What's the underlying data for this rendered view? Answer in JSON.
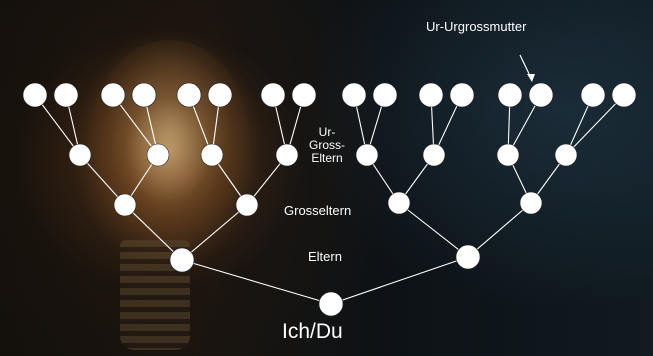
{
  "labels": {
    "ur_urgrossmutter": "Ur-Urgrossmutter",
    "urgrosseltern_line1": "Ur-",
    "urgrosseltern_line2": "Gross-",
    "urgrosseltern_line3": "Eltern",
    "grosseltern": "Grosseltern",
    "eltern": "Eltern",
    "ich_du": "Ich/Du"
  },
  "tree": {
    "node_color": "#ffffff",
    "line_color": "#ffffff",
    "generations": [
      {
        "name": "ich-du",
        "count": 1
      },
      {
        "name": "eltern",
        "count": 2
      },
      {
        "name": "grosseltern",
        "count": 4
      },
      {
        "name": "ur-gross-eltern",
        "count": 8
      },
      {
        "name": "ur-ur-gross-eltern",
        "count": 16
      }
    ]
  },
  "background": {
    "subject": "light-bulb",
    "glow_color": "#ffd696"
  }
}
